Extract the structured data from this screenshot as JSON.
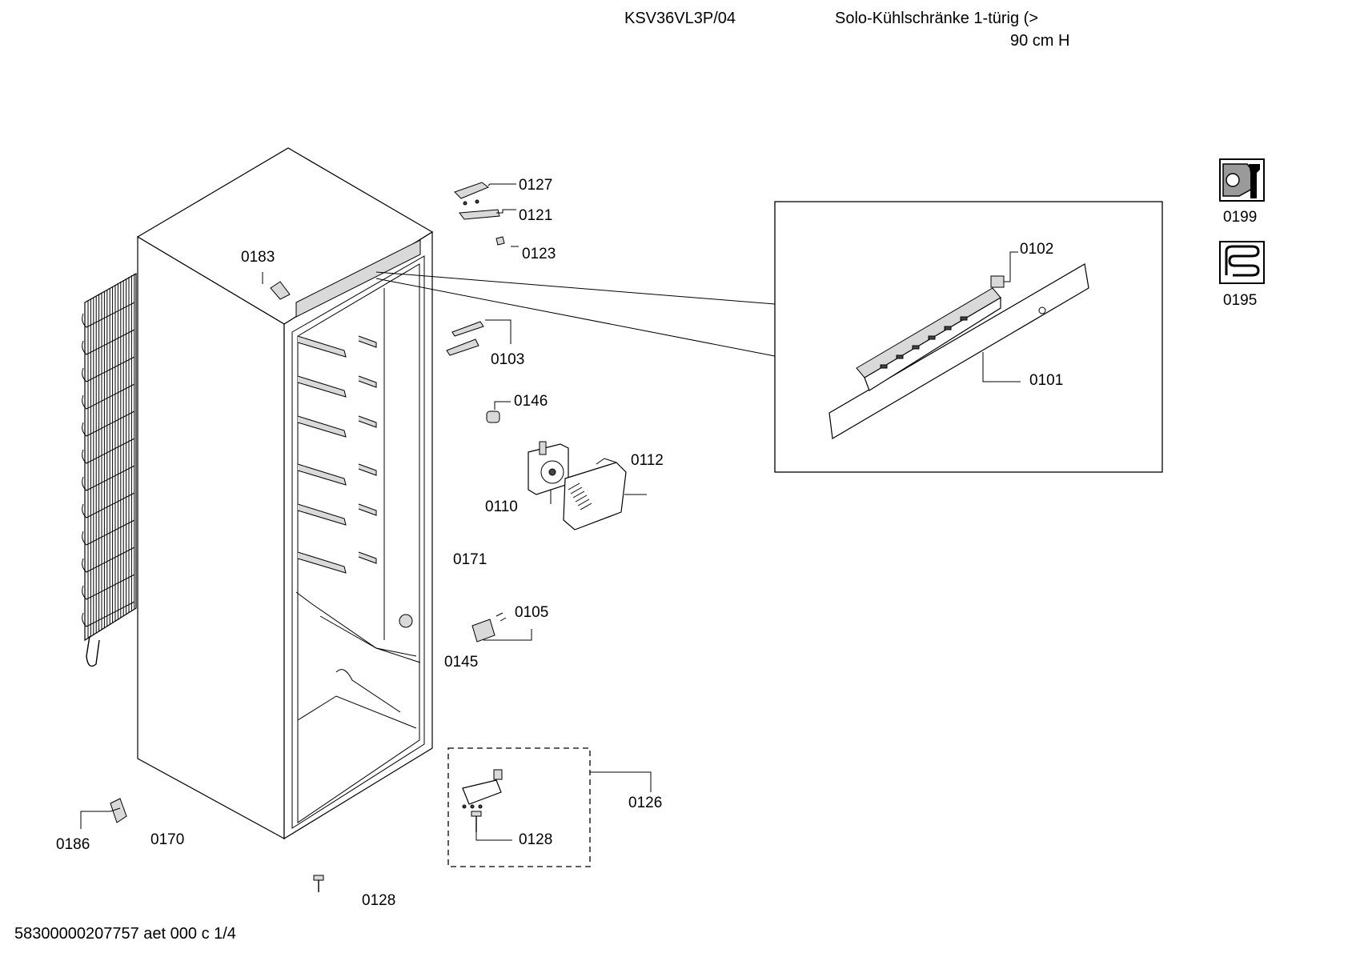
{
  "header": {
    "model": "KSV36VL3P/04",
    "description_line1": "Solo-Kühlschränke 1-türig (>",
    "description_line2": "90 cm H"
  },
  "footer": {
    "document_code": "58300000207757 aet 000 c 1/4"
  },
  "parts": {
    "p0127": "0127",
    "p0121": "0121",
    "p0123": "0123",
    "p0183": "0183",
    "p0103": "0103",
    "p0146": "0146",
    "p0112": "0112",
    "p0110": "0110",
    "p0171": "0171",
    "p0105": "0105",
    "p0145": "0145",
    "p0126": "0126",
    "p0128a": "0128",
    "p0128b": "0128",
    "p0186": "0186",
    "p0170": "0170",
    "p0102": "0102",
    "p0101": "0101",
    "p0199": "0199",
    "p0195": "0195"
  },
  "icons": {
    "service": "wrench-service-icon",
    "heater": "heating-coil-icon"
  }
}
